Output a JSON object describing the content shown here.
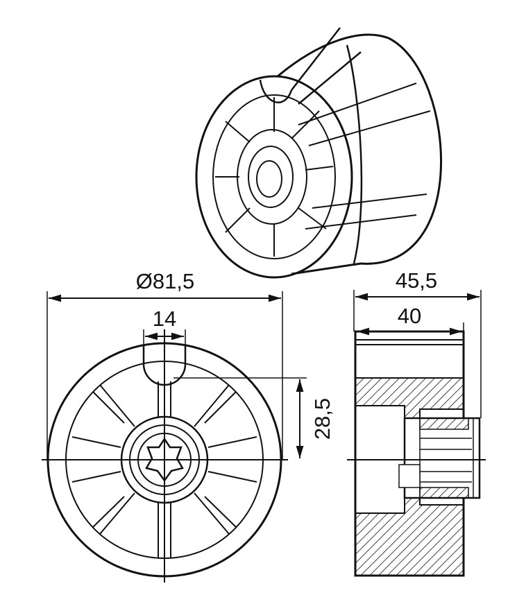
{
  "drawing": {
    "dimensions": {
      "diameter": "Ø81,5",
      "slot_width": "14",
      "slot_depth": "28,5",
      "total_length": "45,5",
      "body_length": "40"
    },
    "colors": {
      "line": "#111111",
      "background": "#ffffff"
    }
  }
}
